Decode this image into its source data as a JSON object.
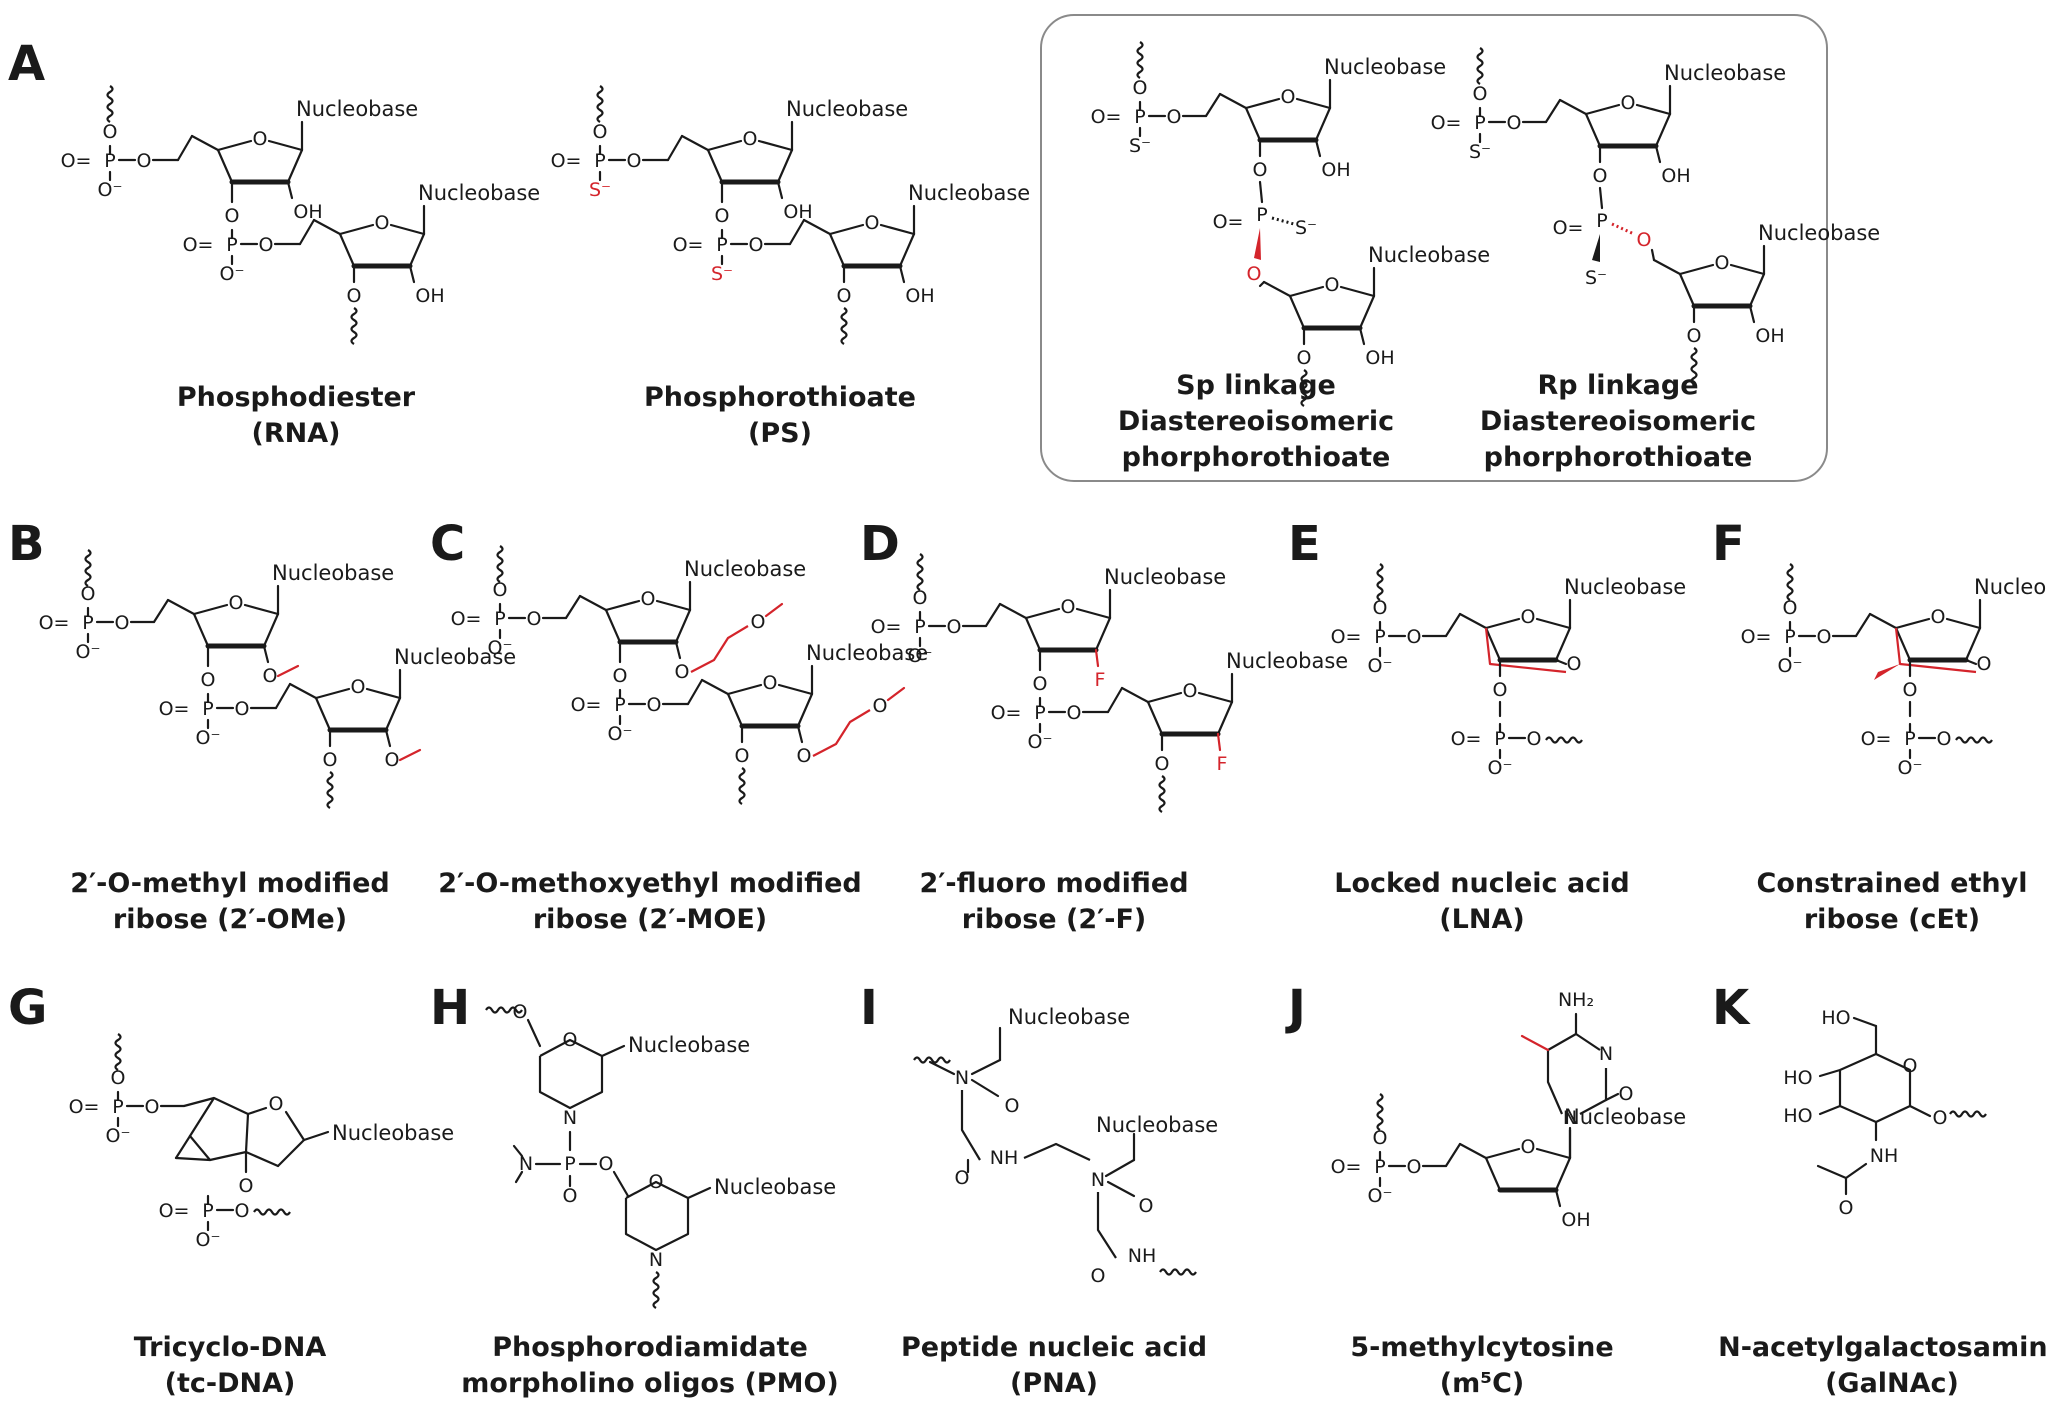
{
  "panels": [
    {
      "id": "A",
      "letter": "A",
      "caption": []
    },
    {
      "id": "A1",
      "letter": "",
      "caption": [
        "Phosphodiester",
        "(RNA)"
      ]
    },
    {
      "id": "A2",
      "letter": "",
      "caption": [
        "Phosphorothioate",
        "(PS)"
      ]
    },
    {
      "id": "A3",
      "letter": "",
      "caption": [
        "Sp linkage",
        "Diastereoisomeric",
        "phorphorothioate"
      ]
    },
    {
      "id": "A4",
      "letter": "",
      "caption": [
        "Rp linkage",
        "Diastereoisomeric",
        "phorphorothioate"
      ]
    },
    {
      "id": "B",
      "letter": "B",
      "caption": [
        "2′-O-methyl modified",
        "ribose (2′-OMe)"
      ]
    },
    {
      "id": "C",
      "letter": "C",
      "caption": [
        "2′-O-methoxyethyl modified",
        "ribose (2′-MOE)"
      ]
    },
    {
      "id": "D",
      "letter": "D",
      "caption": [
        "2′-fluoro modified",
        "ribose (2′-F)"
      ]
    },
    {
      "id": "E",
      "letter": "E",
      "caption": [
        "Locked nucleic acid",
        "(LNA)"
      ]
    },
    {
      "id": "F",
      "letter": "F",
      "caption": [
        "Constrained ethyl",
        "ribose (cEt)"
      ]
    },
    {
      "id": "G",
      "letter": "G",
      "caption": [
        "Tricyclo-DNA",
        "(tc-DNA)"
      ]
    },
    {
      "id": "H",
      "letter": "H",
      "caption": [
        "Phosphorodiamidate",
        "morpholino oligos (PMO)"
      ]
    },
    {
      "id": "I",
      "letter": "I",
      "caption": [
        "Peptide nucleic acid",
        "(PNA)"
      ]
    },
    {
      "id": "J",
      "letter": "J",
      "caption": [
        "5-methylcytosine",
        "(m⁵C)"
      ]
    },
    {
      "id": "K",
      "letter": "K",
      "caption": [
        "N-acetylgalactosamine",
        "(GalNAc)"
      ]
    }
  ],
  "labels": {
    "nucleobase": "Nucleobase",
    "oh": "OH",
    "ho": "HO",
    "o": "O",
    "p": "P",
    "o_eq": "O=",
    "o_minus": "O⁻",
    "s_minus": "S⁻",
    "f": "F",
    "n": "N",
    "nh": "NH",
    "nh2": "NH₂"
  },
  "colors": {
    "ink": "#1a1a1a",
    "modification": "#d4242b",
    "box_border": "#8a8a8a"
  }
}
